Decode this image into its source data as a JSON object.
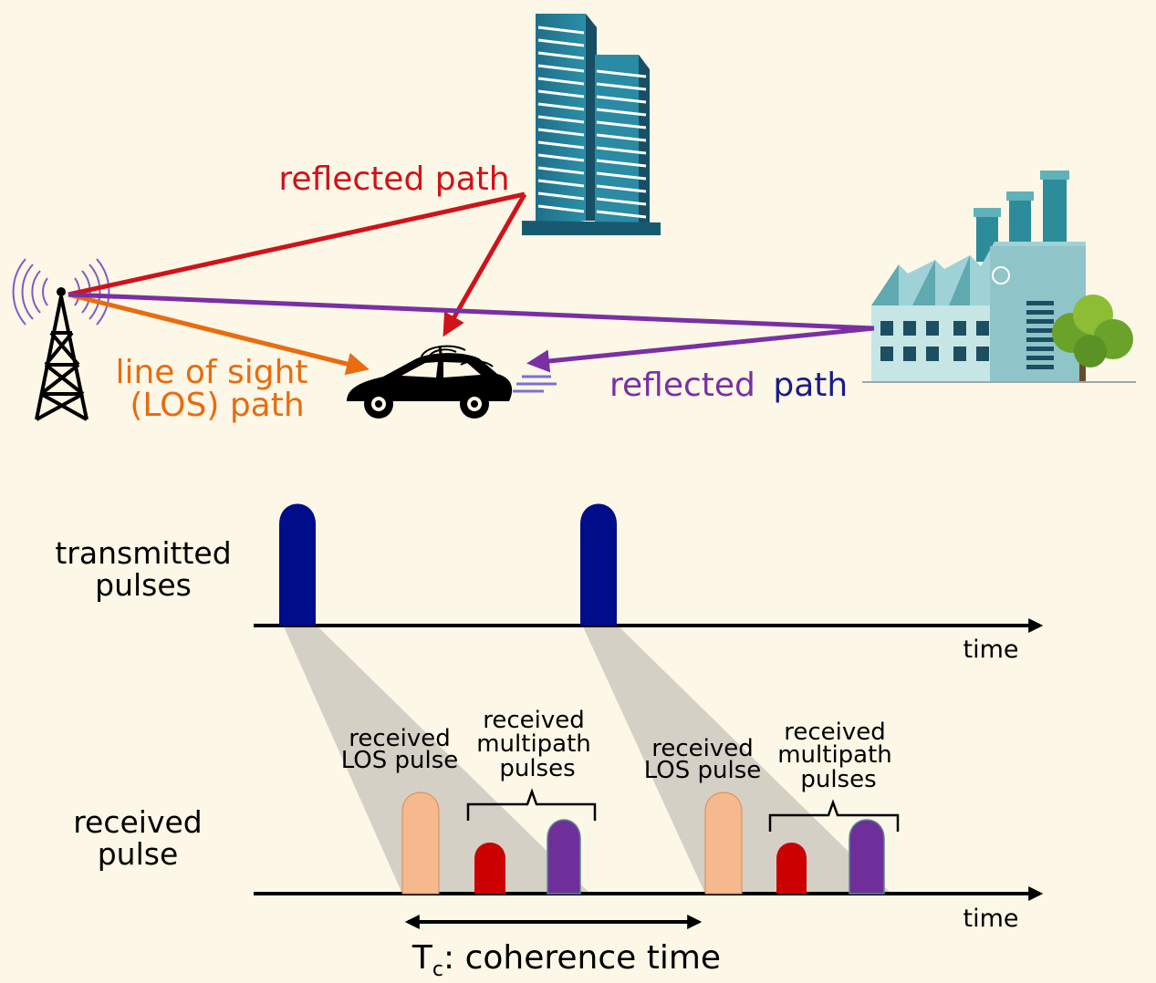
{
  "colors": {
    "background": "#fcf7e6",
    "reflected_red": "#d0121b",
    "los_orange": "#e86c10",
    "reflected_purple": "#7a2fa4",
    "path_navy": "#1a1a8c",
    "tx_pulse": "#000d8a",
    "los_pulse": "#f5b98d",
    "red_pulse": "#cc0000",
    "purple_pulse": "#6f2f9a",
    "cone": "#d5d0c6"
  },
  "icons": [
    "antenna-tower-icon",
    "skyscraper-icon",
    "factory-icon",
    "tree-icon",
    "car-icon"
  ],
  "scene": {
    "reflected_top": "reflected path",
    "los_line1": "line of sight",
    "los_line2": "(LOS) path",
    "reflected_right_word": "reflected",
    "reflected_right_path": "path"
  },
  "timing": {
    "tx_label_line1": "transmitted",
    "tx_label_line2": "pulses",
    "rx_label_line1": "received",
    "rx_label_line2": "pulse",
    "time_label": "time",
    "los_pulse_line1": "received",
    "los_pulse_line2": "LOS pulse",
    "multi_line1": "received",
    "multi_line2": "multipath",
    "multi_line3": "pulses",
    "coherence_symbol": "T",
    "coherence_sub": "c",
    "coherence_text": ": coherence time"
  }
}
